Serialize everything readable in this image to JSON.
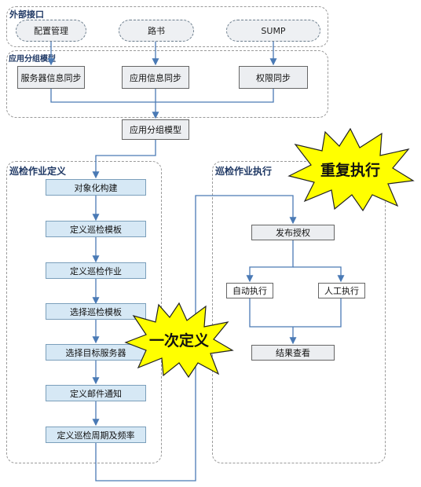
{
  "external_interfaces": {
    "title": "外部接口",
    "items": [
      "配置管理",
      "路书",
      "SUMP"
    ]
  },
  "app_group_section": {
    "title": "应用分组模型",
    "items": [
      "服务器信息同步",
      "应用信息同步",
      "权限同步"
    ]
  },
  "app_group_model_box": "应用分组模型",
  "inspection_definition": {
    "title": "巡检作业定义",
    "steps": [
      "对象化构建",
      "定义巡检模板",
      "定义巡检作业",
      "选择巡检模板",
      "选择目标服务器",
      "定义邮件通知",
      "定义巡检周期及频率"
    ]
  },
  "inspection_execution": {
    "title": "巡检作业执行",
    "publish": "发布授权",
    "auto": "自动执行",
    "manual": "人工执行",
    "result": "结果查看"
  },
  "bursts": {
    "repeat": "重复执行",
    "once": "一次定义"
  },
  "colors": {
    "arrow": "#4a7ab5",
    "step_fill": "#d6e8f5",
    "burst_fill": "#ffff00",
    "title_text": "#1f3864"
  }
}
